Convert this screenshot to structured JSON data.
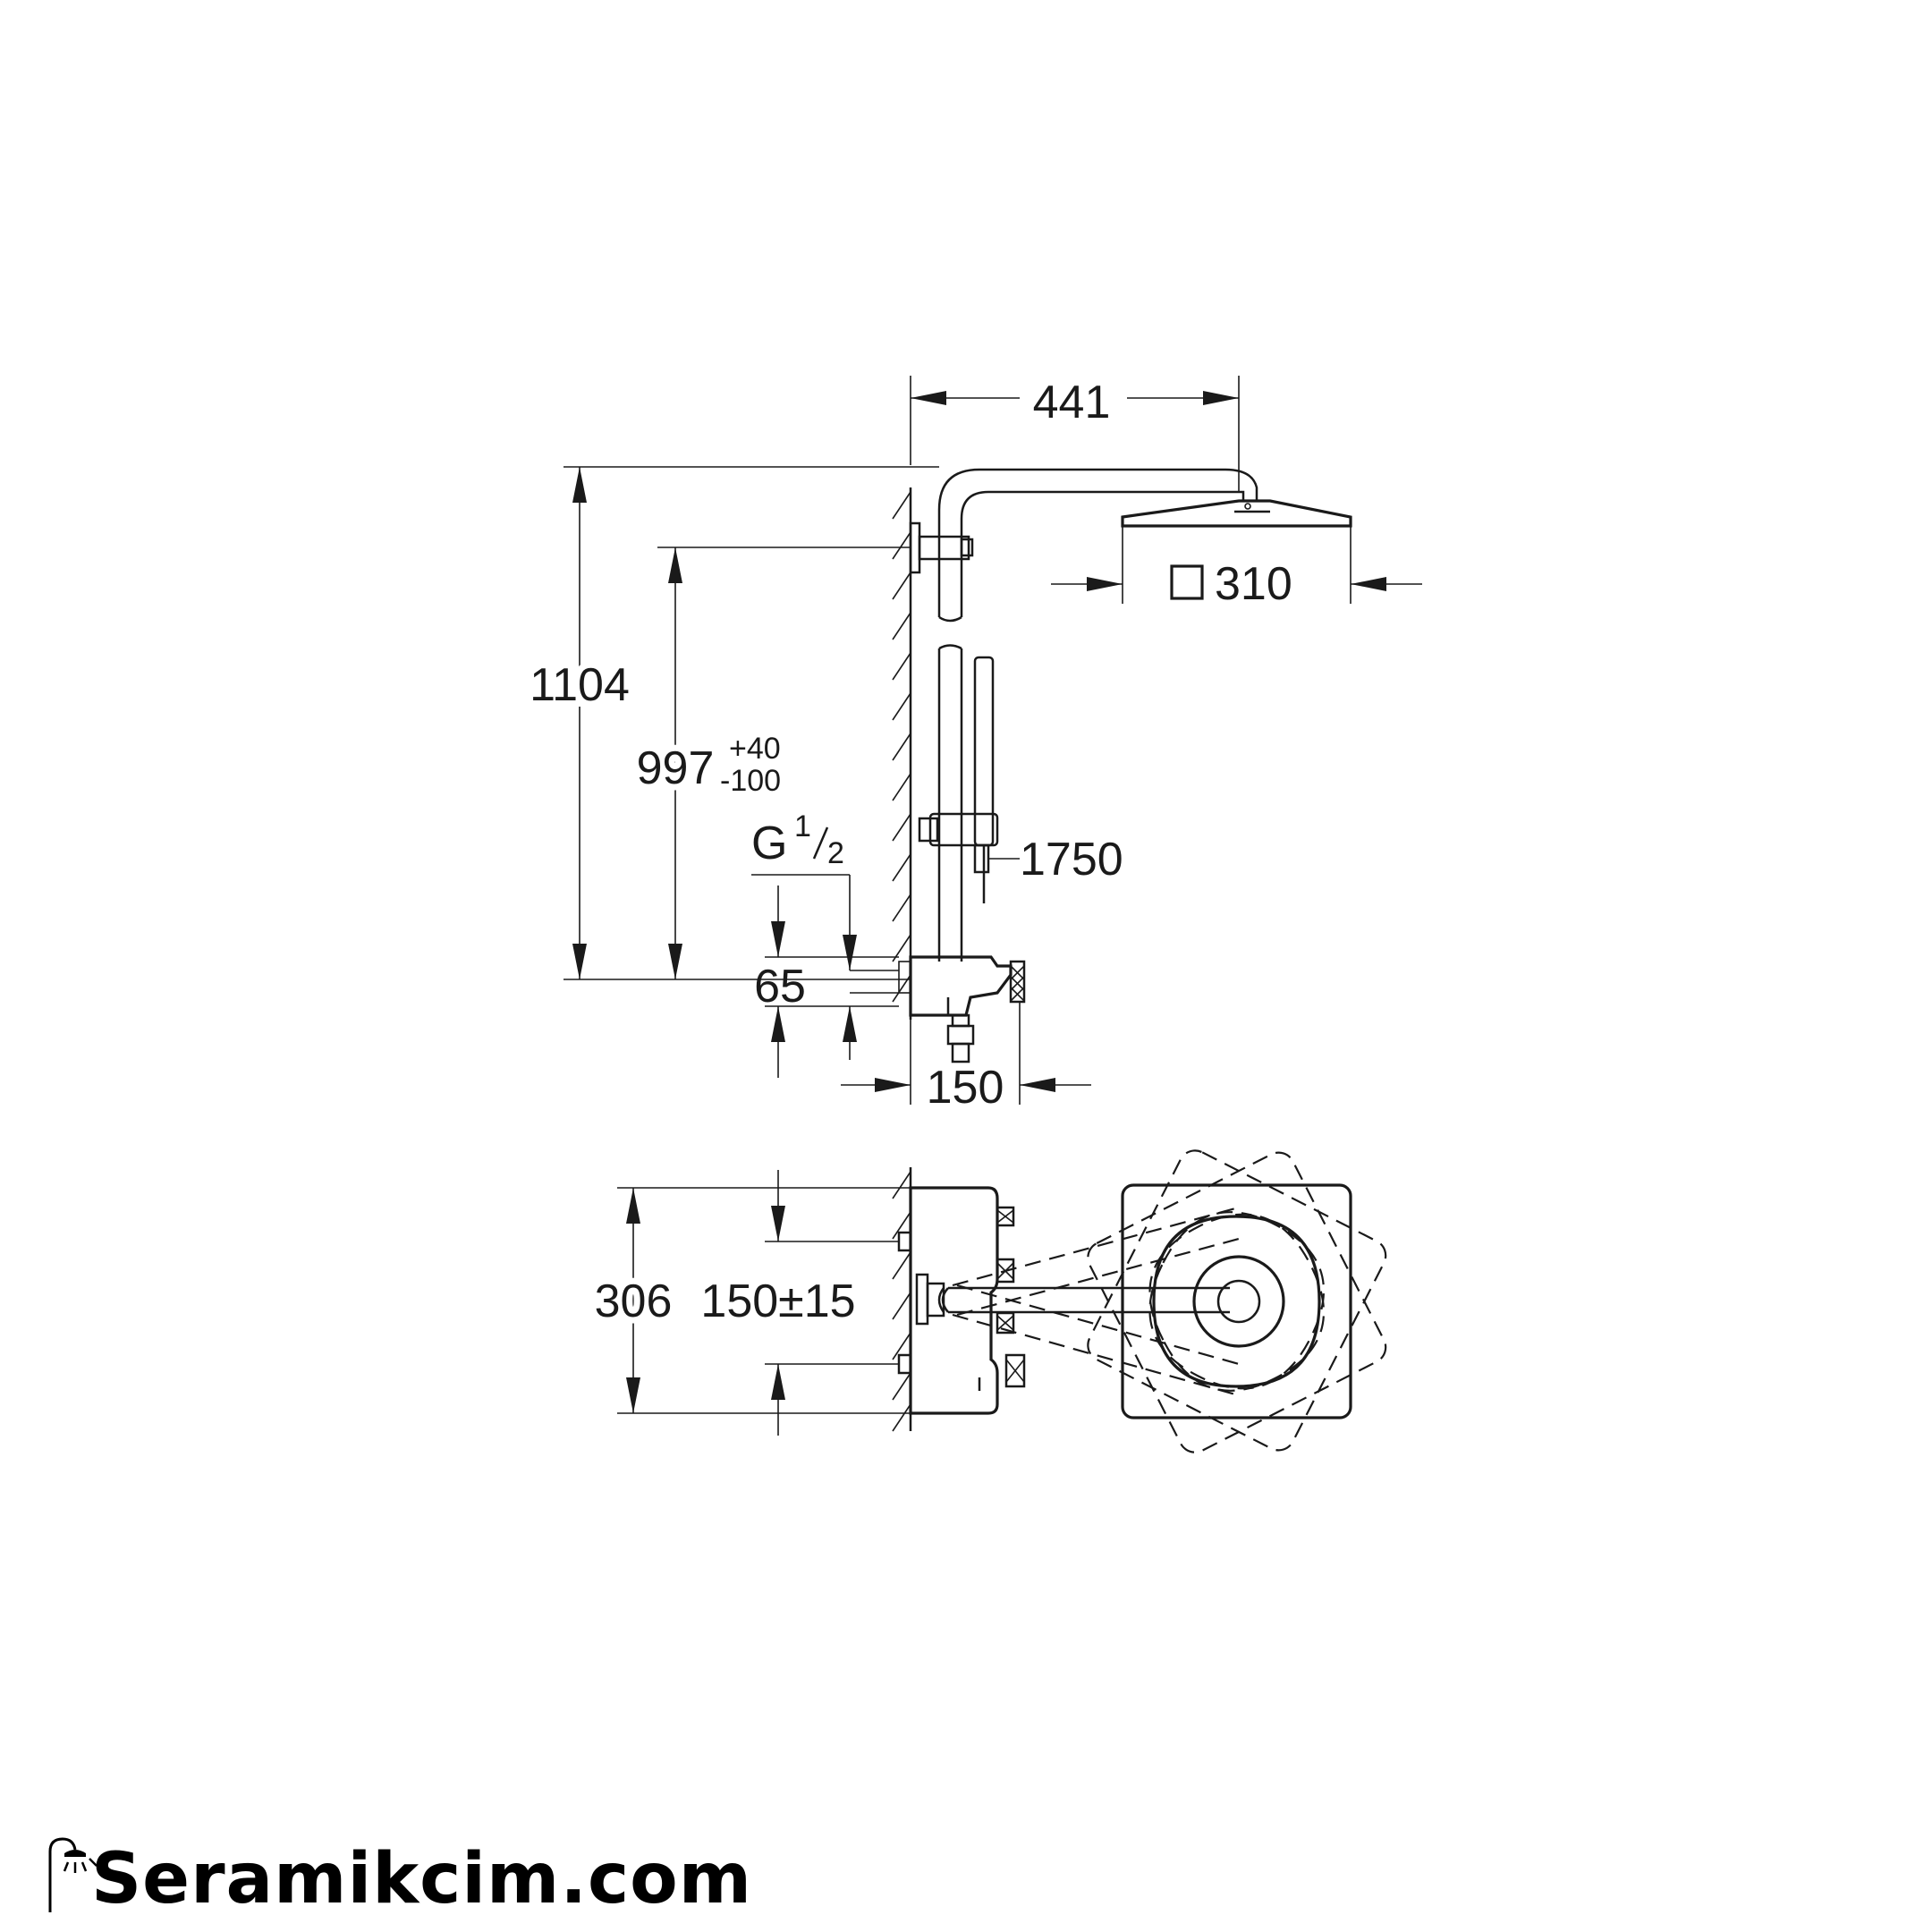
{
  "dimensions": {
    "width_441": "441",
    "height_1104": "1104",
    "height_997": "997",
    "tol_plus": "+40",
    "tol_minus": "-100",
    "thread_g": "G",
    "thread_num": "1",
    "thread_den": "2",
    "spacing_65": "65",
    "depth_150": "150",
    "hose_1750": "1750",
    "head_310": "310",
    "width_306": "306",
    "center_150": "150±15"
  },
  "brand": {
    "name": "Seramikcim.com",
    "logo_icon": "shower-head-icon"
  }
}
